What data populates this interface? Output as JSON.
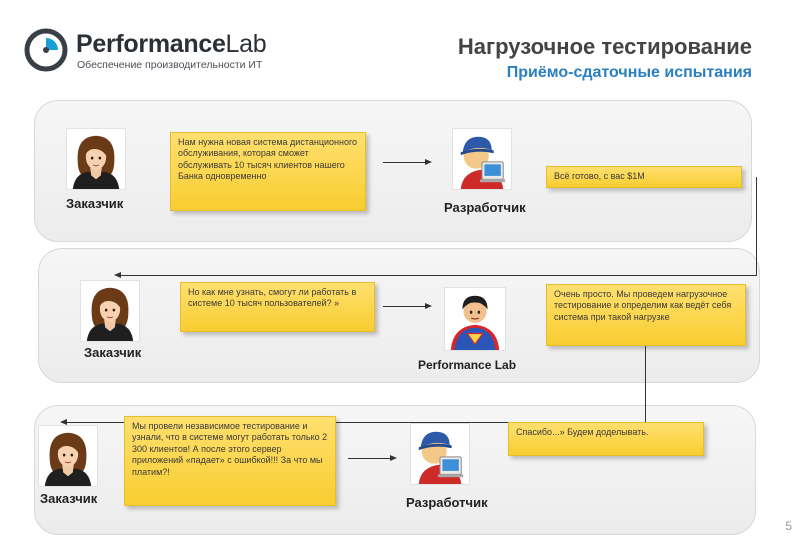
{
  "header": {
    "logo_bold": "Performance",
    "logo_light": "Lab",
    "logo_tagline": "Обеспечение производительности ИТ",
    "title": "Нагрузочное тестирование",
    "subtitle": "Приёмо-сдаточные испытания"
  },
  "rows": [
    {
      "customer_label": "Заказчик",
      "customer_message": "Нам нужна новая система дистанционного обслуживания, которая сможет обслуживать 10 тысяч клиентов нашего Банка одновременно",
      "provider_label": "Разработчик",
      "provider_icon": "developer-icon",
      "provider_message": "Всё готово, с вас $1M"
    },
    {
      "customer_label": "Заказчик",
      "customer_message": "Но как мне узнать, смогут ли работать в системе 10 тысяч пользователей? »",
      "provider_label": "Performance Lab",
      "provider_icon": "superhero-icon",
      "provider_message": "Очень просто. Мы проведем нагрузочное тестирование и определим как ведёт себя система при такой нагрузке"
    },
    {
      "customer_label": "Заказчик",
      "customer_message": "Мы провели независимое тестирование и узнали, что в системе могут работать только 2 300 клиентов! А после этого сервер приложений «падает» с ошибкой!!! За что мы платим?!",
      "provider_label": "Разработчик",
      "provider_icon": "developer-icon",
      "provider_message": "Спасибо...» Будем доделывать."
    }
  ],
  "page_number": "5",
  "colors": {
    "accent": "#2a7fc2",
    "note": "#f8cd30"
  }
}
